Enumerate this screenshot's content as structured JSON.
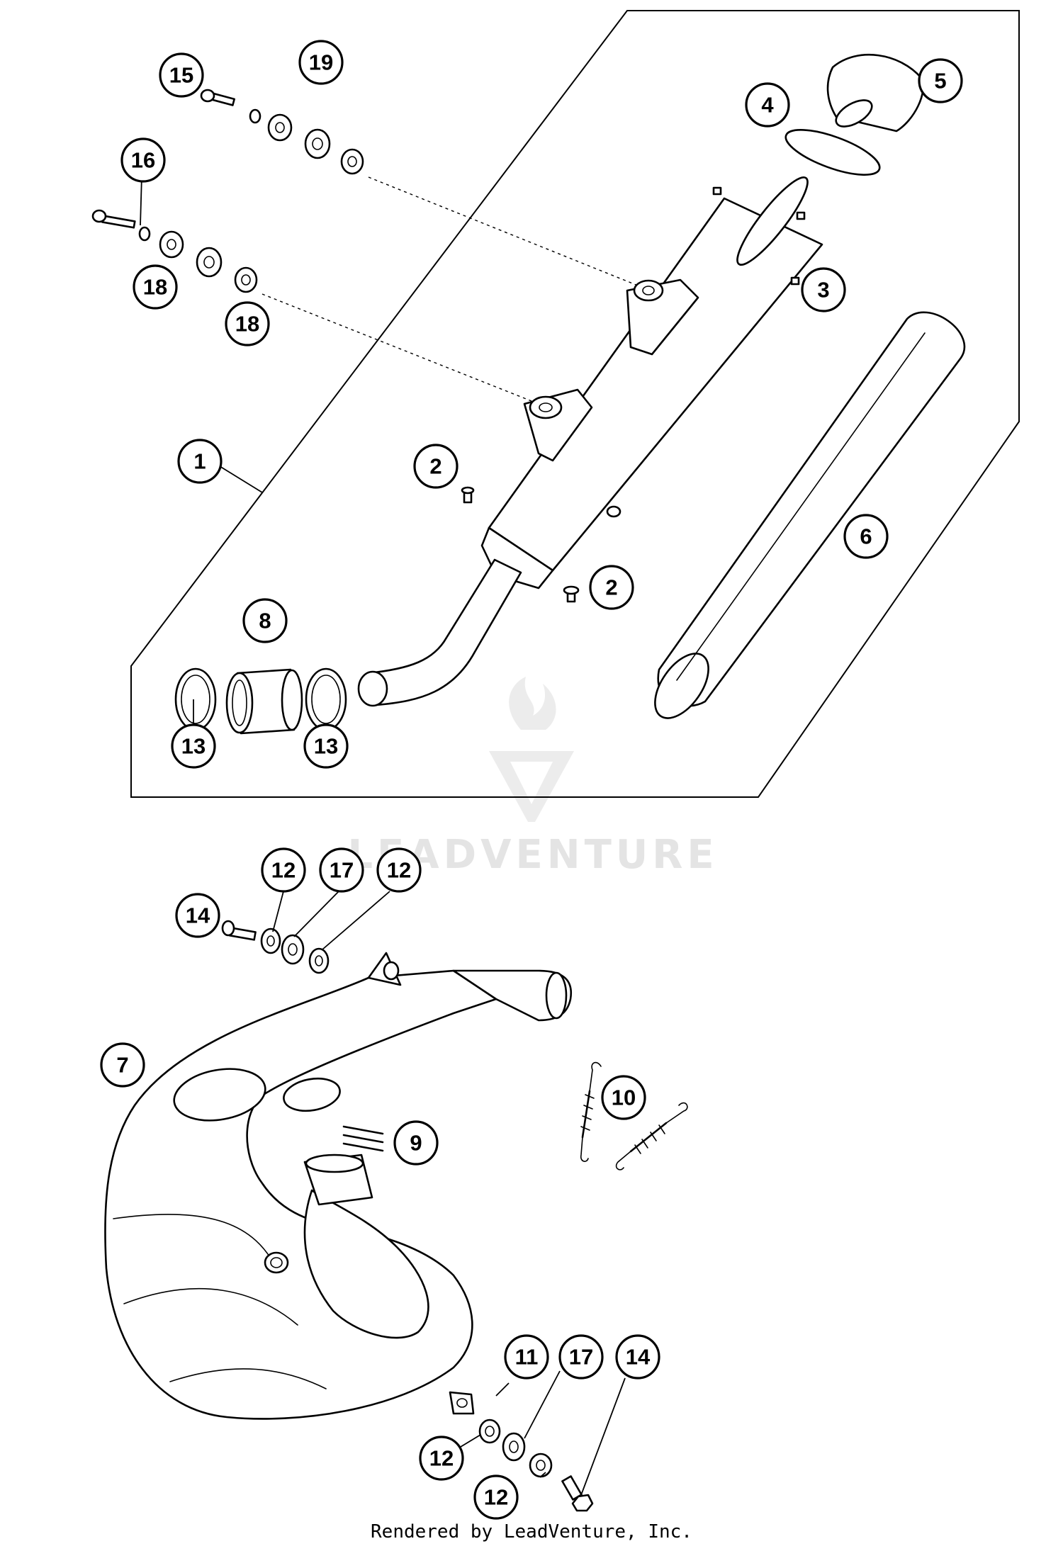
{
  "diagram": {
    "watermark": "LEADVENTURE",
    "credit": "Rendered by LeadVenture, Inc.",
    "callouts": [
      "1",
      "2",
      "2",
      "3",
      "4",
      "5",
      "6",
      "8",
      "13",
      "13",
      "15",
      "16",
      "18",
      "18",
      "19",
      "7",
      "9",
      "10",
      "11",
      "12",
      "12",
      "12",
      "12",
      "14",
      "14",
      "17",
      "17"
    ]
  }
}
